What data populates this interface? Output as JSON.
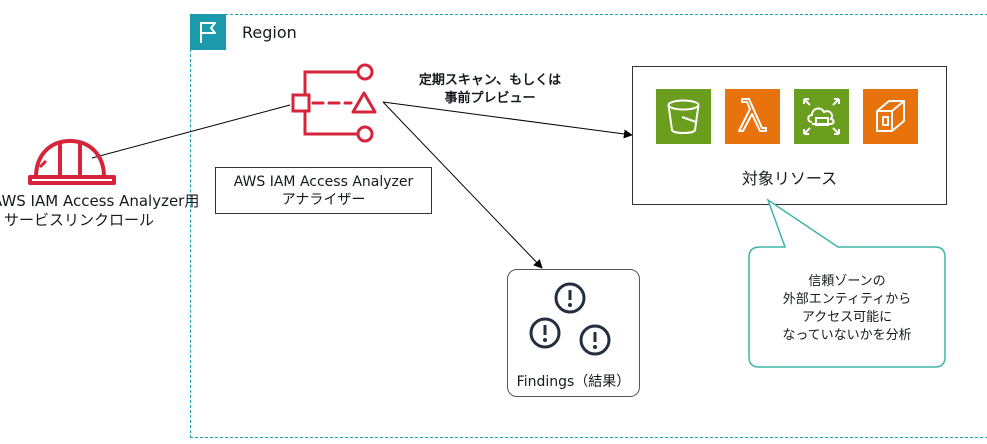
{
  "region": {
    "label": "Region",
    "icon": "flag-icon",
    "border_color": "#1aa5b5"
  },
  "role": {
    "icon": "helmet-icon",
    "label_line1": "AWS IAM  Access Analyzer用",
    "label_line2": "サービスリンクロール"
  },
  "analyzer": {
    "icon": "access-analyzer-icon",
    "label_line1": "AWS IAM  Access Analyzer",
    "label_line2": "アナライザー"
  },
  "scan_caption": {
    "line1": "定期スキャン、もしくは",
    "line2": "事前プレビュー"
  },
  "resources": {
    "label": "対象リソース",
    "services": [
      {
        "icon": "s3-bucket-icon",
        "color": "#6b9e1f"
      },
      {
        "icon": "lambda-icon",
        "color": "#e8730d"
      },
      {
        "icon": "efs-icon",
        "color": "#6b9e1f"
      },
      {
        "icon": "kms-icon",
        "color": "#e8730d"
      }
    ]
  },
  "findings": {
    "label": "Findings（結果）",
    "icon": "warning-icon"
  },
  "callout": {
    "line1": "信頼ゾーンの",
    "line2": "外部エンティティから",
    "line3": "アクセス可能に",
    "line4": "なっていないかを分析",
    "border_color": "#3fb5a9"
  },
  "colors": {
    "iam_red": "#d6243b"
  }
}
